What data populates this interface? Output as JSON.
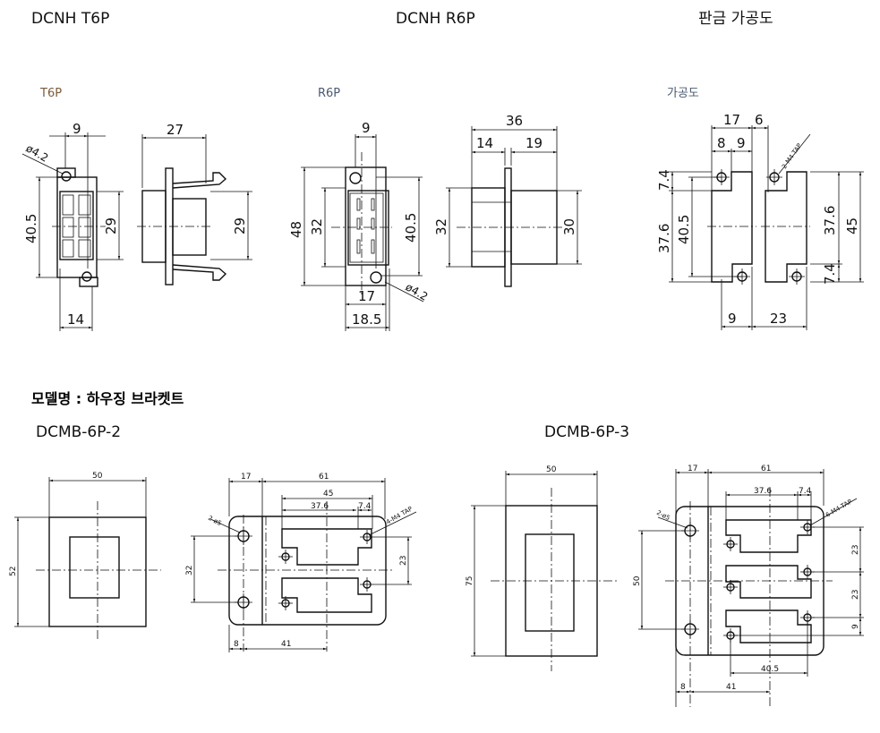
{
  "titles": {
    "t6p": "DCNH T6P",
    "r6p": "DCNH R6P",
    "processing": "판금 가공도"
  },
  "t6p": {
    "label": "T6P",
    "dims": {
      "top_width": "9",
      "hole_dia": "ø4.2",
      "hole_pitch": "40.5",
      "front_height": "29",
      "bottom_width": "14",
      "side_length": "27",
      "side_height": "29"
    }
  },
  "r6p": {
    "label": "R6P",
    "dims": {
      "top_width": "9",
      "total_height": "48",
      "body_height": "32",
      "hole_pitch": "40.5",
      "width_inner": "17",
      "width_outer": "18.5",
      "hole_dia": "ø4.2",
      "side_length": "36",
      "front_len": "14",
      "rear_len": "19",
      "side_front_height": "32",
      "side_rear_height": "30"
    }
  },
  "processing": {
    "label": "가공도",
    "dims": {
      "w17": "17",
      "w6": "6",
      "w8": "8",
      "w9": "9",
      "h7_4_left": "7.4",
      "h37_6_left": "37.6",
      "h40_5": "40.5",
      "tap_note": "2-M4 TAP",
      "h37_6_right": "37.6",
      "h45": "45",
      "h7_4_right": "7.4",
      "b9": "9",
      "b23": "23"
    }
  },
  "model_heading": "모델명 : 하우징 브라켓트",
  "dcmb_6p_2": {
    "name": "DCMB-6P-2",
    "dims": {
      "front_width": "50",
      "front_height": "52",
      "d17": "17",
      "d61": "61",
      "d45": "45",
      "d37_6": "37.6",
      "d7_4": "7.4",
      "hole_note": "2-ø5",
      "tap_note": "4-M4 TAP",
      "d32": "32",
      "d23": "23",
      "d8": "8",
      "d41": "41"
    }
  },
  "dcmb_6p_3": {
    "name": "DCMB-6P-3",
    "dims": {
      "front_width": "50",
      "front_height": "75",
      "d17": "17",
      "d61": "61",
      "d37_6": "37.6",
      "d7_4": "7.4",
      "hole_note": "2-ø5",
      "tap_note": "6-M4 TAP",
      "d50": "50",
      "d23a": "23",
      "d23b": "23",
      "d9": "9",
      "d40_5": "40.5",
      "d8": "8",
      "d41": "41"
    }
  }
}
